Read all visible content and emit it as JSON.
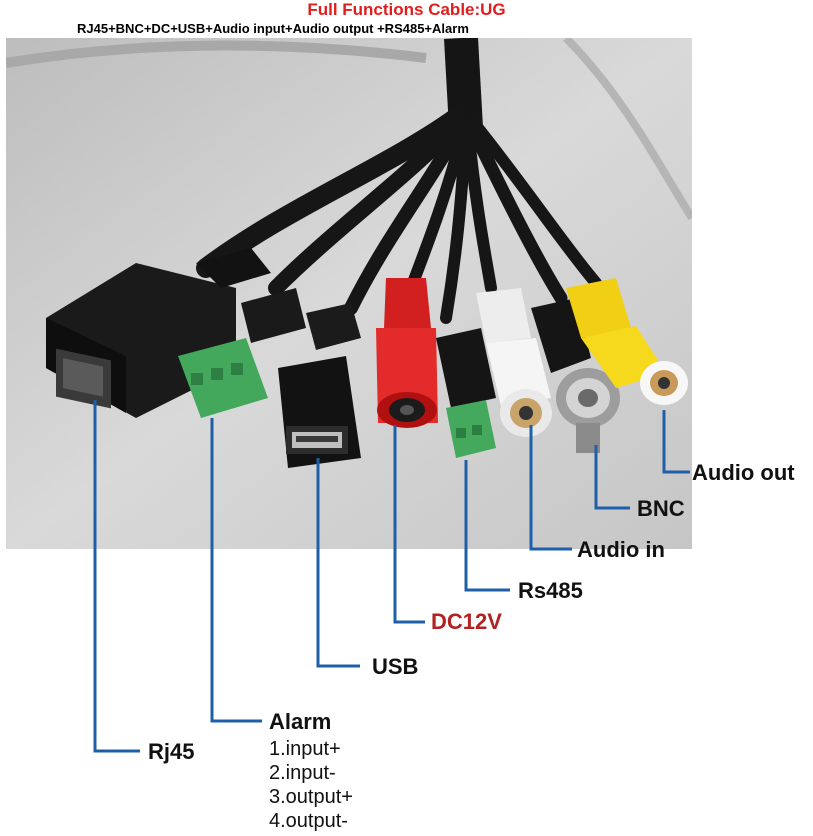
{
  "header": {
    "title": "Full Functions Cable:UG",
    "subtitle": "RJ45+BNC+DC+USB+Audio input+Audio output +RS485+Alarm"
  },
  "labels": {
    "audio_out": "Audio out",
    "bnc": "BNC",
    "audio_in": "Audio in",
    "rs485": "Rs485",
    "dc12v": "DC12V",
    "usb": "USB",
    "alarm": "Alarm",
    "rj45": "Rj45"
  },
  "alarm_items": [
    "1.input+",
    "2.input-",
    "3.output+",
    "4.output-"
  ],
  "colors": {
    "title": "#e01e1e",
    "dc_label": "#b22222",
    "leader_line": "#1f5fa8",
    "red_connector": "#e02020",
    "white_connector": "#eeeeee",
    "yellow_connector": "#f2d21a",
    "green_terminal": "#3fa55a"
  }
}
